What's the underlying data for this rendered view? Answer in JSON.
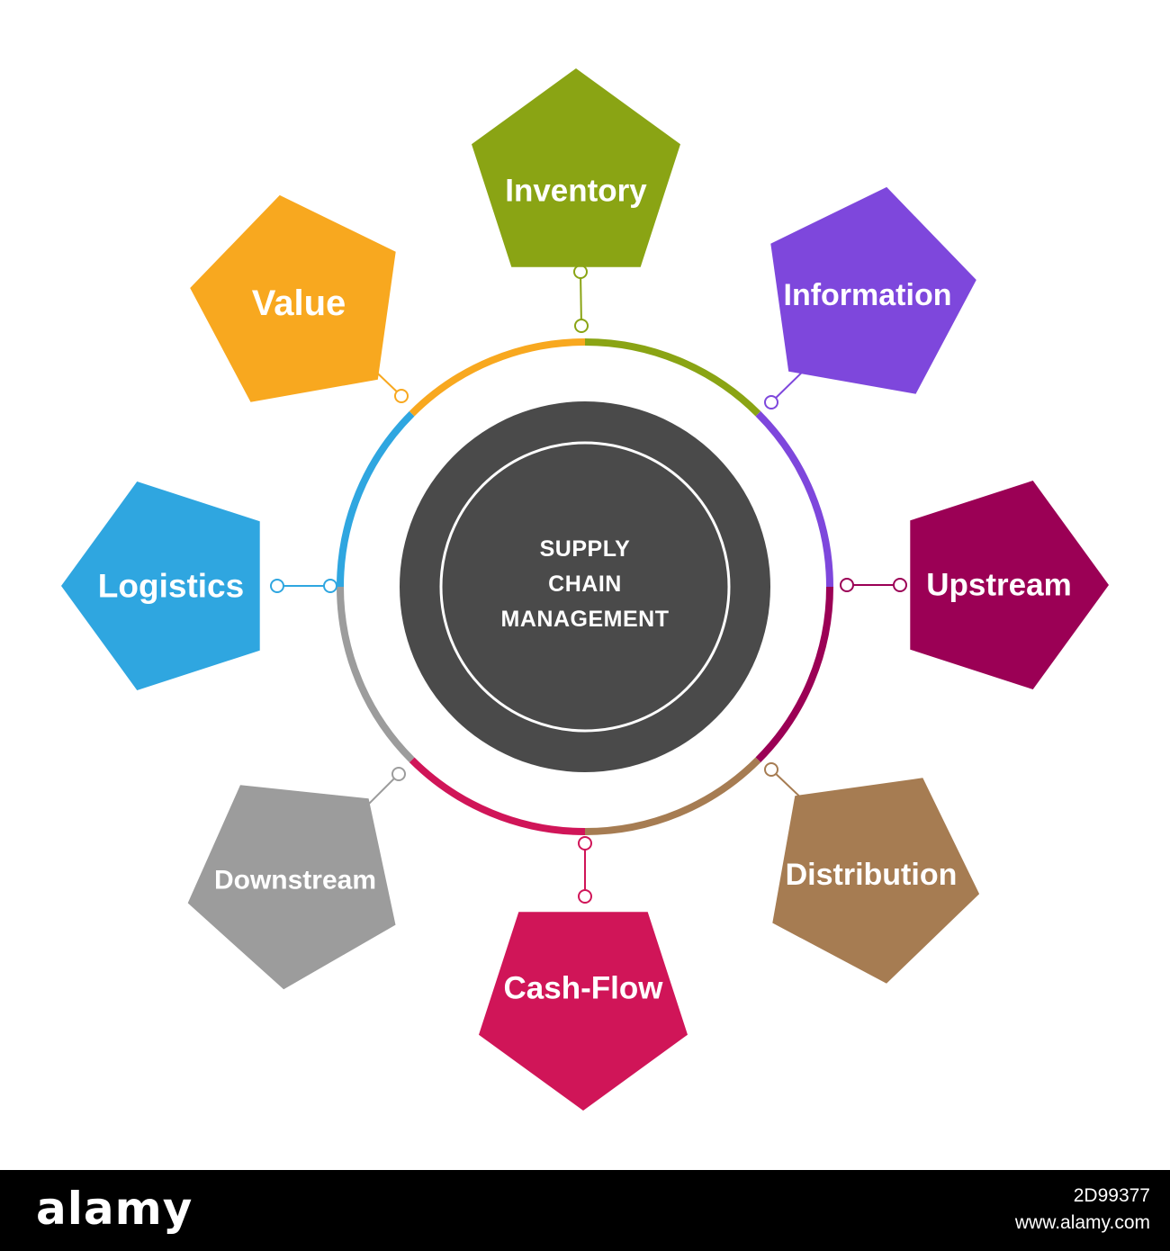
{
  "diagram": {
    "center": {
      "lines": [
        "SUPPLY",
        "CHAIN",
        "MANAGEMENT"
      ],
      "fill": "#4a4a4a"
    },
    "nodes": [
      {
        "id": "inventory",
        "label": "Inventory",
        "color": "#8aa414"
      },
      {
        "id": "information",
        "label": "Information",
        "color": "#7e47dc"
      },
      {
        "id": "upstream",
        "label": "Upstream",
        "color": "#9b0055"
      },
      {
        "id": "distribution",
        "label": "Distribution",
        "color": "#a67c52"
      },
      {
        "id": "cash-flow",
        "label": "Cash-Flow",
        "color": "#d01558"
      },
      {
        "id": "downstream",
        "label": "Downstream",
        "color": "#9c9c9c"
      },
      {
        "id": "logistics",
        "label": "Logistics",
        "color": "#2fa6e0"
      },
      {
        "id": "value",
        "label": "Value",
        "color": "#f8a81f"
      }
    ]
  },
  "footer": {
    "brand": "alamy",
    "image_id": "2D99377",
    "site": "www.alamy.com"
  }
}
